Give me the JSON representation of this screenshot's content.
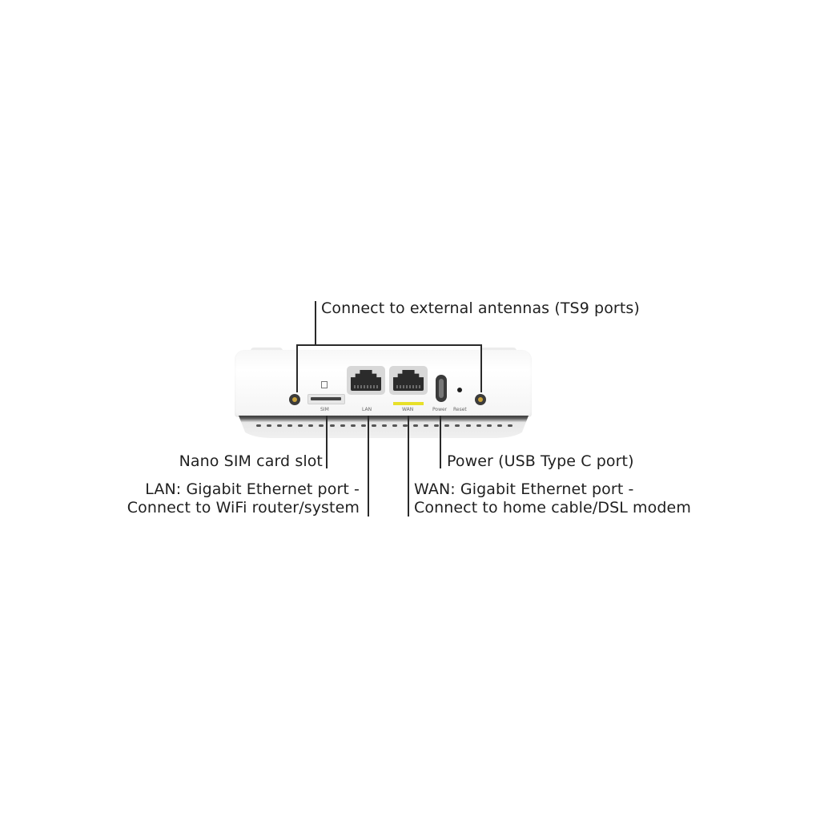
{
  "callouts": {
    "antennas": "Connect to external antennas (TS9 ports)",
    "sim": "Nano SIM card slot",
    "lan_line1": "LAN: Gigabit Ethernet port -",
    "lan_line2": "Connect to WiFi router/system",
    "power": "Power (USB Type C port)",
    "wan_line1": "WAN: Gigabit Ethernet port -",
    "wan_line2": "Connect to home cable/DSL modem"
  },
  "device": {
    "ports": {
      "sim": "SIM",
      "lan": "LAN",
      "wan": "WAN",
      "power": "Power",
      "reset": "Reset"
    },
    "colors": {
      "wan_indicator": "#e8e02a",
      "antenna_connector": "#c9a23b",
      "body": "#f7f7f7"
    }
  }
}
